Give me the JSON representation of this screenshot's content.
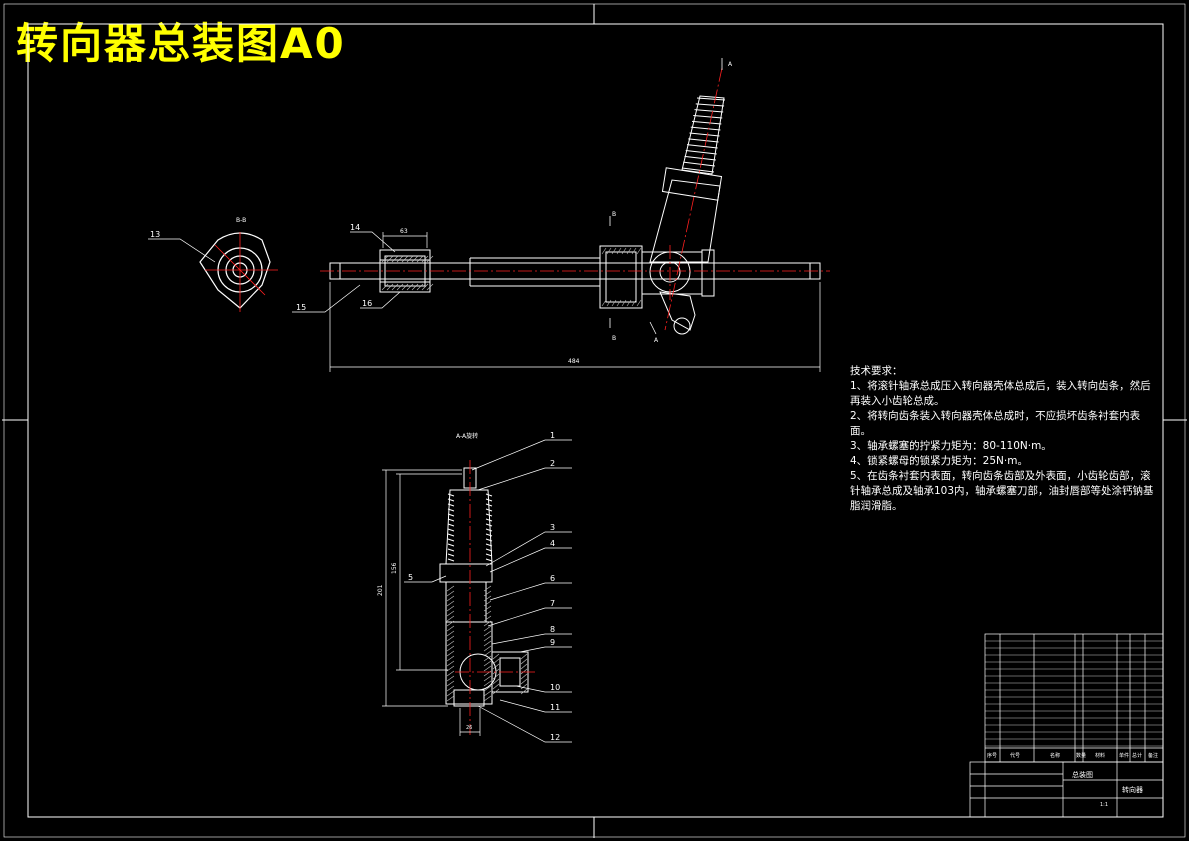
{
  "title": "转向器总装图A0",
  "section_bb": "B-B",
  "section_aa": "A-A旋转",
  "dims": {
    "d63": "63",
    "d484": "484",
    "d201": "201",
    "d156": "156",
    "d26": "26"
  },
  "markers": {
    "a_top": "A",
    "a_bottom": "A",
    "b_top": "B",
    "b_bottom": "B"
  },
  "balloons_top": [
    {
      "label": "13"
    },
    {
      "label": "14"
    },
    {
      "label": "15"
    },
    {
      "label": "16"
    }
  ],
  "balloons_section": [
    {
      "label": "1"
    },
    {
      "label": "2"
    },
    {
      "label": "3"
    },
    {
      "label": "4"
    },
    {
      "label": "5"
    },
    {
      "label": "6"
    },
    {
      "label": "7"
    },
    {
      "label": "8"
    },
    {
      "label": "9"
    },
    {
      "label": "10"
    },
    {
      "label": "11"
    },
    {
      "label": "12"
    }
  ],
  "tech_requirements": {
    "heading": "技术要求：",
    "items": [
      "1、将滚针轴承总成压入转向器壳体总成后，装入转向齿条，然后再装入小齿轮总成。",
      "2、将转向齿条装入转向器壳体总成时，不应损坏齿条衬套内表面。",
      "3、轴承螺塞的拧紧力矩为：80-110N·m。",
      "4、锁紧螺母的锁紧力矩为：25N·m。",
      "5、在齿条衬套内表面，转向齿条齿部及外表面，小齿轮齿部，滚针轴承总成及轴承103内，轴承螺塞刀部，油封唇部等处涂钙钠基脂润滑脂。"
    ]
  },
  "title_block": {
    "drawing_name": "总装图",
    "product_name": "转向器",
    "scale": "1:1",
    "bom_headers": [
      "序号",
      "代号",
      "名称",
      "数量",
      "材料",
      "单件",
      "总计",
      "备注"
    ]
  }
}
